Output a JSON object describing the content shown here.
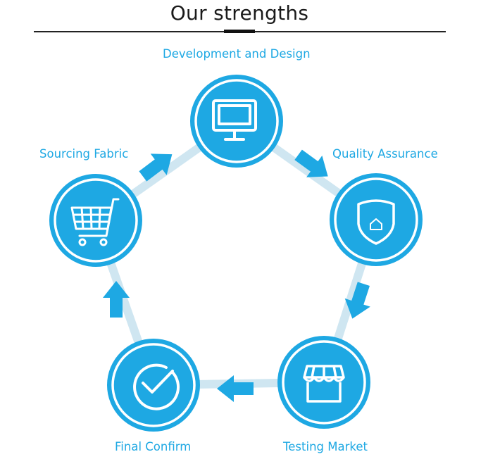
{
  "title": "Our strengths",
  "colors": {
    "primary": "#1ea8e3",
    "connector": "#cfe6f1",
    "heading": "#1a1a1a"
  },
  "steps": [
    {
      "label": "Development and Design",
      "icon": "monitor-icon"
    },
    {
      "label": "Quality Assurance",
      "icon": "shield-icon"
    },
    {
      "label": "Testing Market",
      "icon": "storefront-icon"
    },
    {
      "label": "Final Confirm",
      "icon": "checkmark-icon"
    },
    {
      "label": "Sourcing Fabric",
      "icon": "shopping-cart-icon"
    }
  ]
}
